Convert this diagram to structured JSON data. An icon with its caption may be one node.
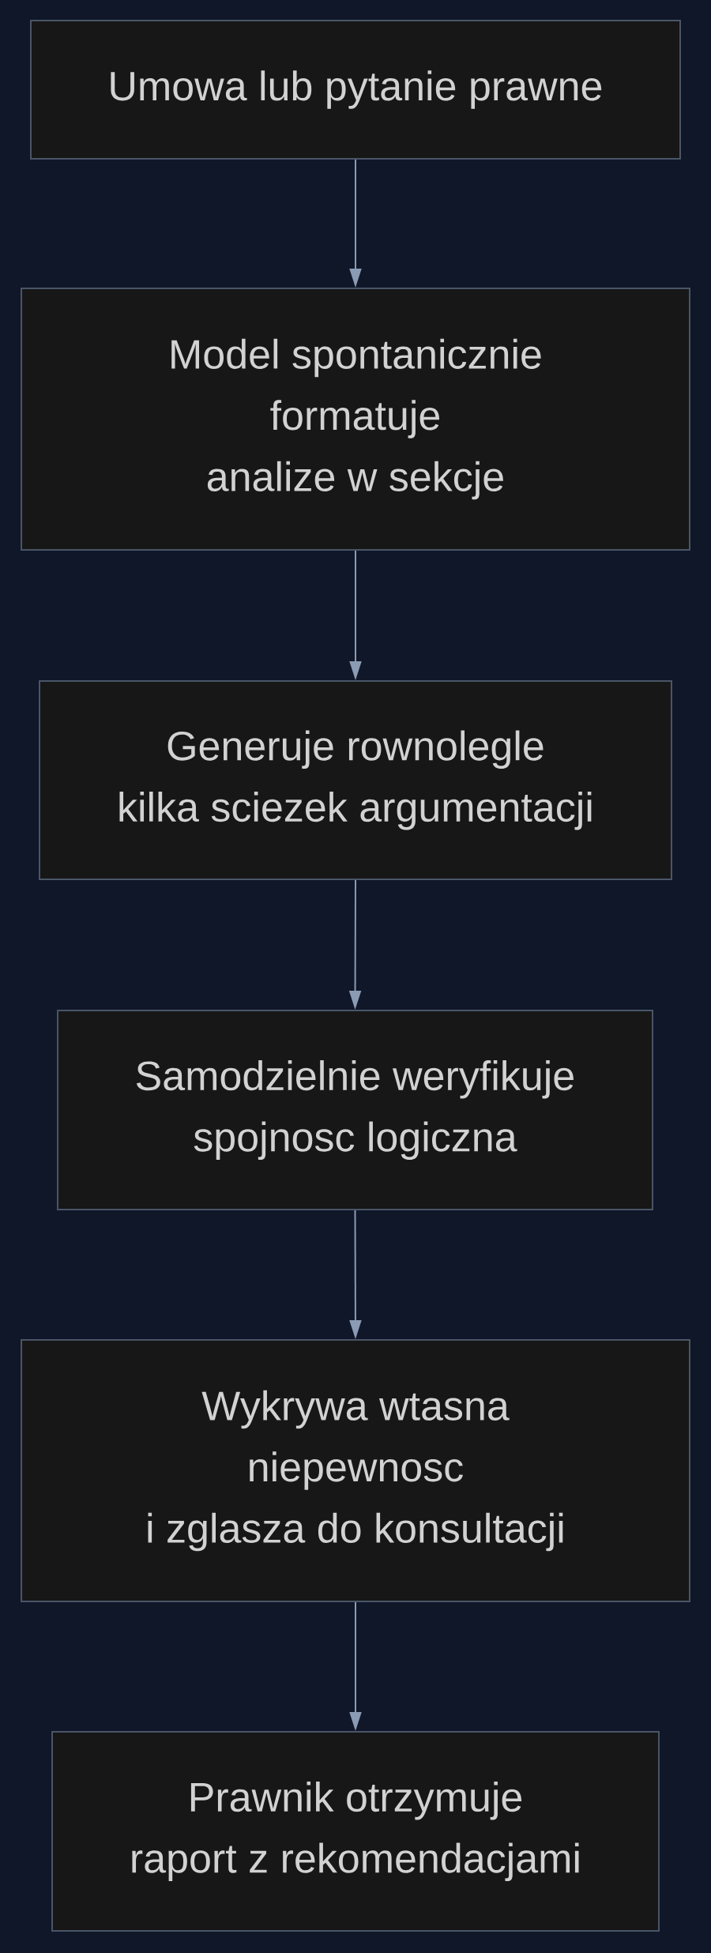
{
  "diagram": {
    "nodes": [
      {
        "text": [
          "Umowa lub pytanie prawne"
        ]
      },
      {
        "text": [
          "Model spontanicznie formatuje analize w sekcje"
        ]
      },
      {
        "text": [
          "Generuje rownolegle kilka sciezek argumentacji"
        ]
      },
      {
        "text": [
          "Samodzielnie weryfikuje spojnosc logiczna"
        ]
      },
      {
        "text": [
          "Wykrywa wtasna niepewnosc i zglasza do konsultacji"
        ]
      },
      {
        "text": [
          "Prawnik otrzymuje raport z rekomendacjami"
        ]
      }
    ],
    "edges": [
      {
        "from": 0,
        "to": 1,
        "arrow": "to"
      },
      {
        "from": 1,
        "to": 2,
        "arrow": "to"
      },
      {
        "from": 2,
        "to": 3,
        "arrow": "to"
      },
      {
        "from": 3,
        "to": 4,
        "arrow": "to"
      },
      {
        "from": 4,
        "to": 5,
        "arrow": "to"
      }
    ]
  }
}
